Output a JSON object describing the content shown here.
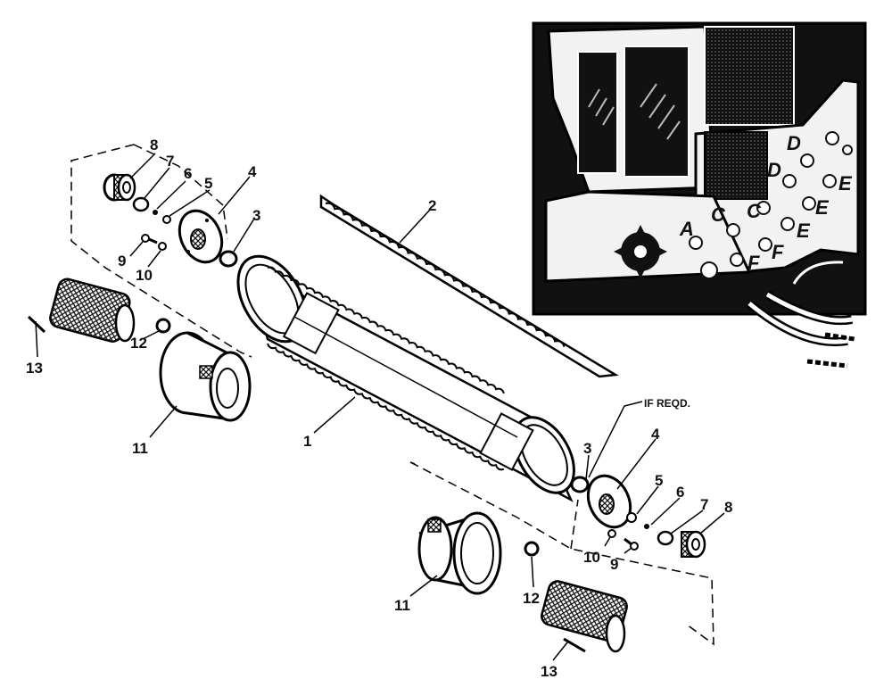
{
  "diagram": {
    "callouts": {
      "left": {
        "n8": "8",
        "n7": "7",
        "n6": "6",
        "n5": "5",
        "n4": "4",
        "n3": "3",
        "n9": "9",
        "n10": "10",
        "n12": "12",
        "n13": "13",
        "n11": "11"
      },
      "center": {
        "n1": "1",
        "n2": "2"
      },
      "right": {
        "n3": "3",
        "n4": "4",
        "n5": "5",
        "n6": "6",
        "n7": "7",
        "n8": "8",
        "n10": "10",
        "n9": "9",
        "n11": "11",
        "n12": "12",
        "n13": "13"
      },
      "if_reqd": "IF REQD."
    },
    "inset": {
      "letters": {
        "D1": "D",
        "D2": "D",
        "C1": "C",
        "C2": "C",
        "E1": "E",
        "E2": "E",
        "E3": "E",
        "A": "A",
        "F1": "F",
        "F2": "F"
      }
    }
  }
}
